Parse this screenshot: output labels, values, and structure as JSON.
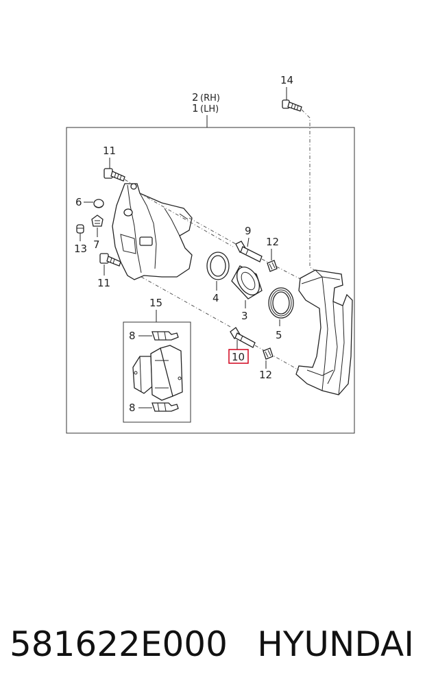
{
  "diagram": {
    "callouts": {
      "c14": "14",
      "c2": "2",
      "c2_side": "(RH)",
      "c1": "1",
      "c1_side": "(LH)",
      "c11_top": "11",
      "c6": "6",
      "c7": "7",
      "c13": "13",
      "c11_bottom": "11",
      "c9": "9",
      "c12_top": "12",
      "c4": "4",
      "c3": "3",
      "c5": "5",
      "c15": "15",
      "c8_top": "8",
      "c8_bottom": "8",
      "c10": "10",
      "c12_bottom": "12"
    },
    "highlight_color": "#d0021b"
  },
  "footer": {
    "part_number": "581622E000",
    "brand": "HYUNDAI"
  }
}
